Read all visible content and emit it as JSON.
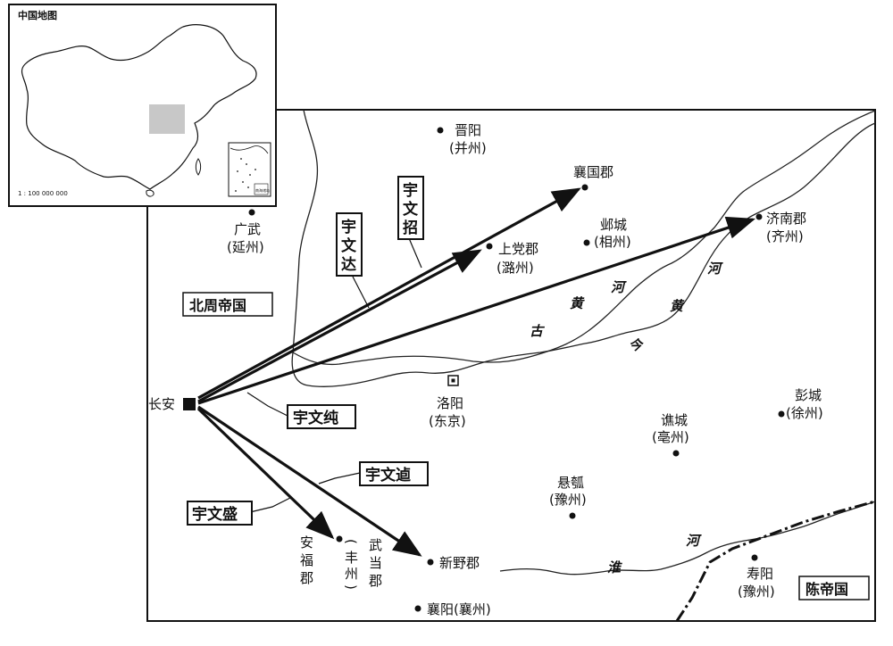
{
  "inset": {
    "title": "中国地图",
    "scale": "1 : 100 000 000",
    "south_sea_label": "南海诸岛"
  },
  "regions": {
    "north_zhou": "北周帝国",
    "chen": "陈帝国"
  },
  "capital": {
    "name": "长安"
  },
  "places": {
    "jinyang": {
      "name": "晋阳",
      "sub": "(并州)"
    },
    "xiangguo": {
      "name": "襄国郡"
    },
    "guangwu": {
      "name": "广武",
      "sub": "(延州)"
    },
    "shangdang": {
      "name": "上党郡",
      "sub": "(潞州)"
    },
    "yecheng": {
      "name": "邺城",
      "sub": "(相州)"
    },
    "jinan": {
      "name": "济南郡",
      "sub": "(齐州)"
    },
    "luoyang": {
      "name": "洛阳",
      "sub": "(东京)"
    },
    "pengcheng": {
      "name": "彭城",
      "sub": "(徐州)"
    },
    "qiaocheng": {
      "name": "谯城",
      "sub": "(亳州)"
    },
    "xuanhu": {
      "name": "悬瓠",
      "sub": "(豫州)"
    },
    "anfu": {
      "name_chars": [
        "安",
        "福",
        "郡"
      ]
    },
    "wudang": {
      "name_chars": [
        "武",
        "当",
        "郡"
      ],
      "sub_chars": [
        "(",
        "丰",
        "州",
        ")"
      ]
    },
    "xinye": {
      "name": "新野郡"
    },
    "xiangyang": {
      "name": "襄阳(襄州)"
    },
    "shouyang": {
      "name": "寿阳",
      "sub": "(豫州)"
    }
  },
  "commanders": {
    "yuwenzhao": [
      "宇",
      "文",
      "招"
    ],
    "yuwenda": [
      "宇",
      "文",
      "达"
    ],
    "yuwenchun": "宇文纯",
    "yuwenyou": "宇文逌",
    "yuwensheng": "宇文盛"
  },
  "rivers": {
    "gu": "古",
    "huang1": "黄",
    "he1": "河",
    "jin": "今",
    "huang2": "黄",
    "he2": "河",
    "huai": "淮",
    "he3": "河"
  }
}
